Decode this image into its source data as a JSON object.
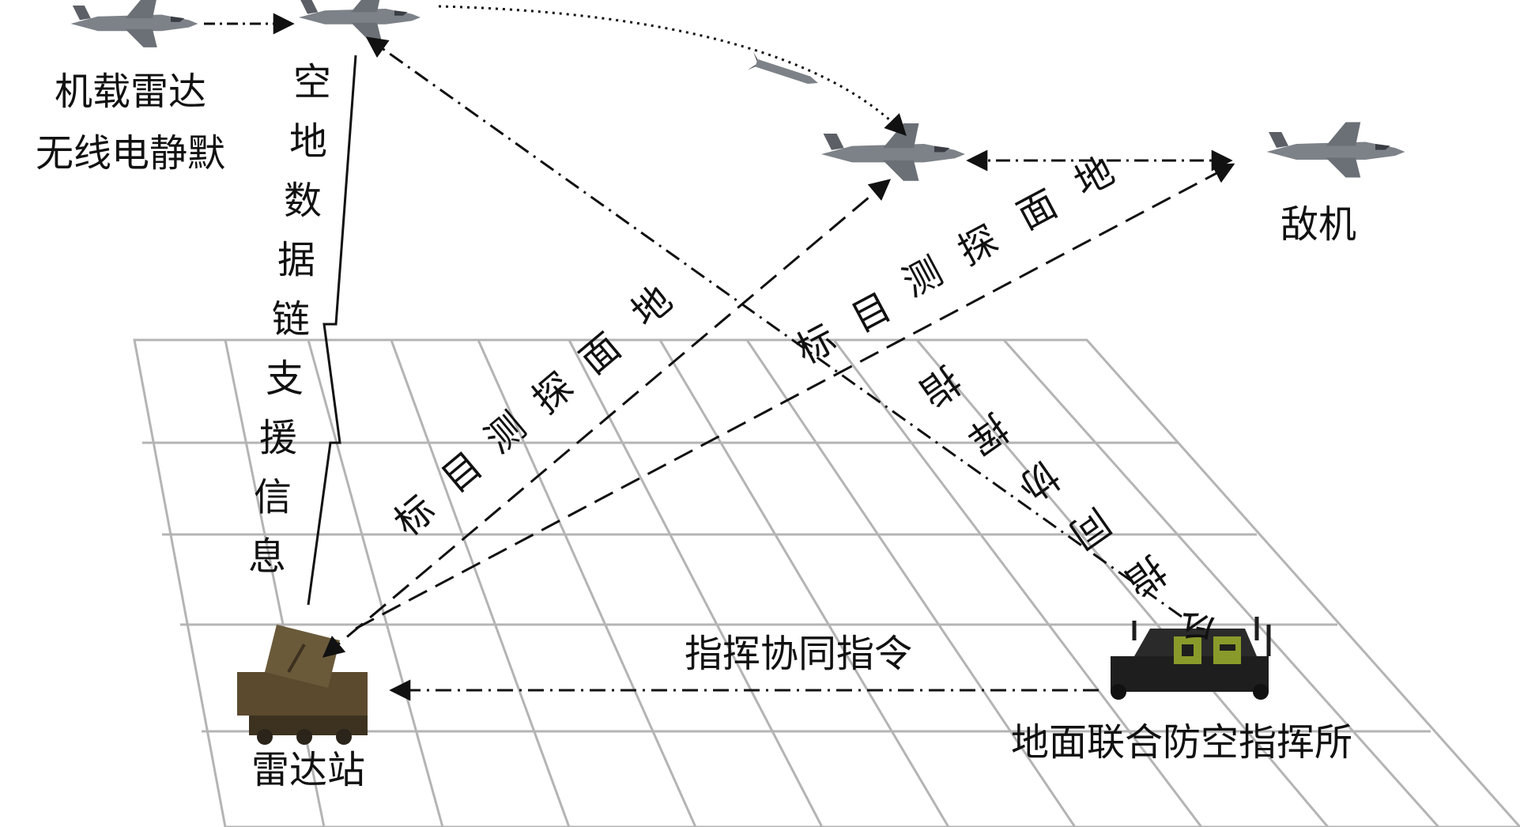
{
  "labels": {
    "airborne_radar_line1": "机载雷达",
    "airborne_radar_line2": "无线电静默",
    "enemy_aircraft": "敌机",
    "radar_station": "雷达站",
    "command_post": "地面联合防空指挥所",
    "command_order": "指挥协同指令",
    "datalink_vertical": [
      "空",
      "地",
      "数",
      "据",
      "链",
      "支",
      "援",
      "信",
      "息"
    ],
    "ground_detect_left": [
      "地",
      "面",
      "探",
      "测",
      "目",
      "标"
    ],
    "ground_detect_right": [
      "地",
      "面",
      "探",
      "测",
      "目",
      "标"
    ],
    "command_diag": [
      "指",
      "挥",
      "协",
      "同",
      "指",
      "令"
    ]
  },
  "colors": {
    "grid": "#b4b4b4",
    "line": "#111111",
    "aircraft": "#7d8288",
    "command_post_accent": "#8a9a2a"
  }
}
